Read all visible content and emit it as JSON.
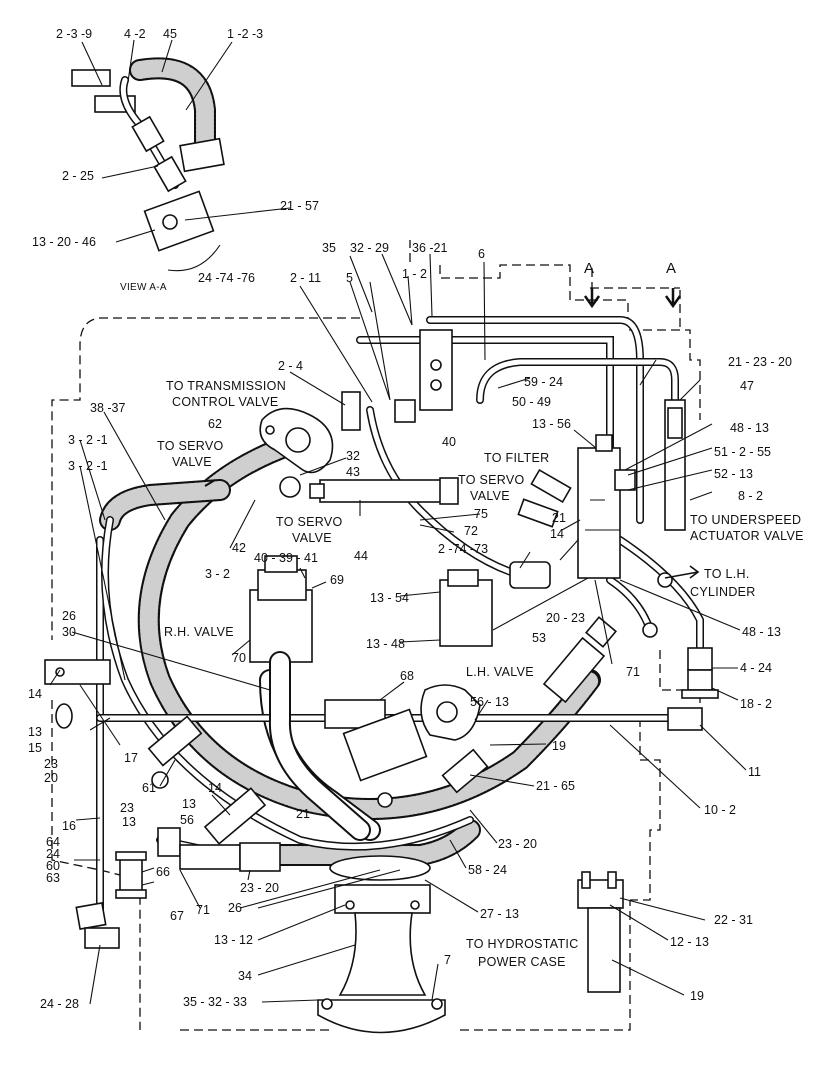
{
  "view": {
    "caption": "VIEW A-A",
    "section_label": "A",
    "labels": [
      "2 -3 -9",
      "4 -2",
      "45",
      "1 -2 -3",
      "2 - 25",
      "21 - 57",
      "13 - 20 - 46"
    ]
  },
  "callouts_top": [
    "35",
    "32 - 29",
    "36 -21",
    "1 - 2",
    "6",
    "24 -74 -76",
    "2 - 11",
    "5",
    "2 - 4",
    "59 - 24",
    "50 - 49",
    "21 - 23 - 20",
    "47",
    "13 - 56",
    "48 - 13",
    "51 - 2 - 55",
    "52 - 13",
    "8 - 2"
  ],
  "callouts_left": [
    "38 -37",
    "3 - 2 -1",
    "3 - 2 -1",
    "62",
    "32",
    "43",
    "40",
    "42",
    "44",
    "75",
    "72",
    "2 -74 -73",
    "21",
    "14",
    "40 - 39 - 41",
    "3 - 2",
    "69",
    "13 - 54",
    "13 - 48",
    "70",
    "53",
    "20 - 23",
    "71",
    "48 - 13",
    "4 - 24",
    "18 - 2"
  ],
  "callouts_bottom": [
    "26",
    "30",
    "14",
    "13",
    "15",
    "23",
    "20",
    "17",
    "68",
    "56 - 13",
    "19",
    "11",
    "21 - 65",
    "10 - 2",
    "61",
    "14",
    "23",
    "13",
    "13",
    "56",
    "21",
    "23 - 20",
    "58 - 24",
    "16",
    "64",
    "24",
    "60",
    "63",
    "66",
    "67",
    "71",
    "23 - 20",
    "26",
    "27 - 13",
    "13 - 12",
    "34",
    "7",
    "35 - 32 - 33",
    "24 - 28",
    "22 - 31",
    "12 - 13",
    "19"
  ],
  "notes": {
    "transmission": [
      "TO TRANSMISSION",
      "CONTROL VALVE"
    ],
    "servo_a": [
      "TO SERVO",
      "VALVE"
    ],
    "servo_b": [
      "TO SERVO",
      "VALVE"
    ],
    "servo_c": [
      "TO SERVO",
      "VALVE"
    ],
    "filter": "TO FILTER",
    "underspeed": [
      "TO UNDERSPEED",
      "ACTUATOR VALVE"
    ],
    "lh_cylinder": [
      "TO L.H.",
      "CYLINDER"
    ],
    "rh_valve": "R.H. VALVE",
    "lh_valve": "L.H. VALVE",
    "hydrostatic": [
      "TO HYDROSTATIC",
      "POWER CASE"
    ]
  }
}
